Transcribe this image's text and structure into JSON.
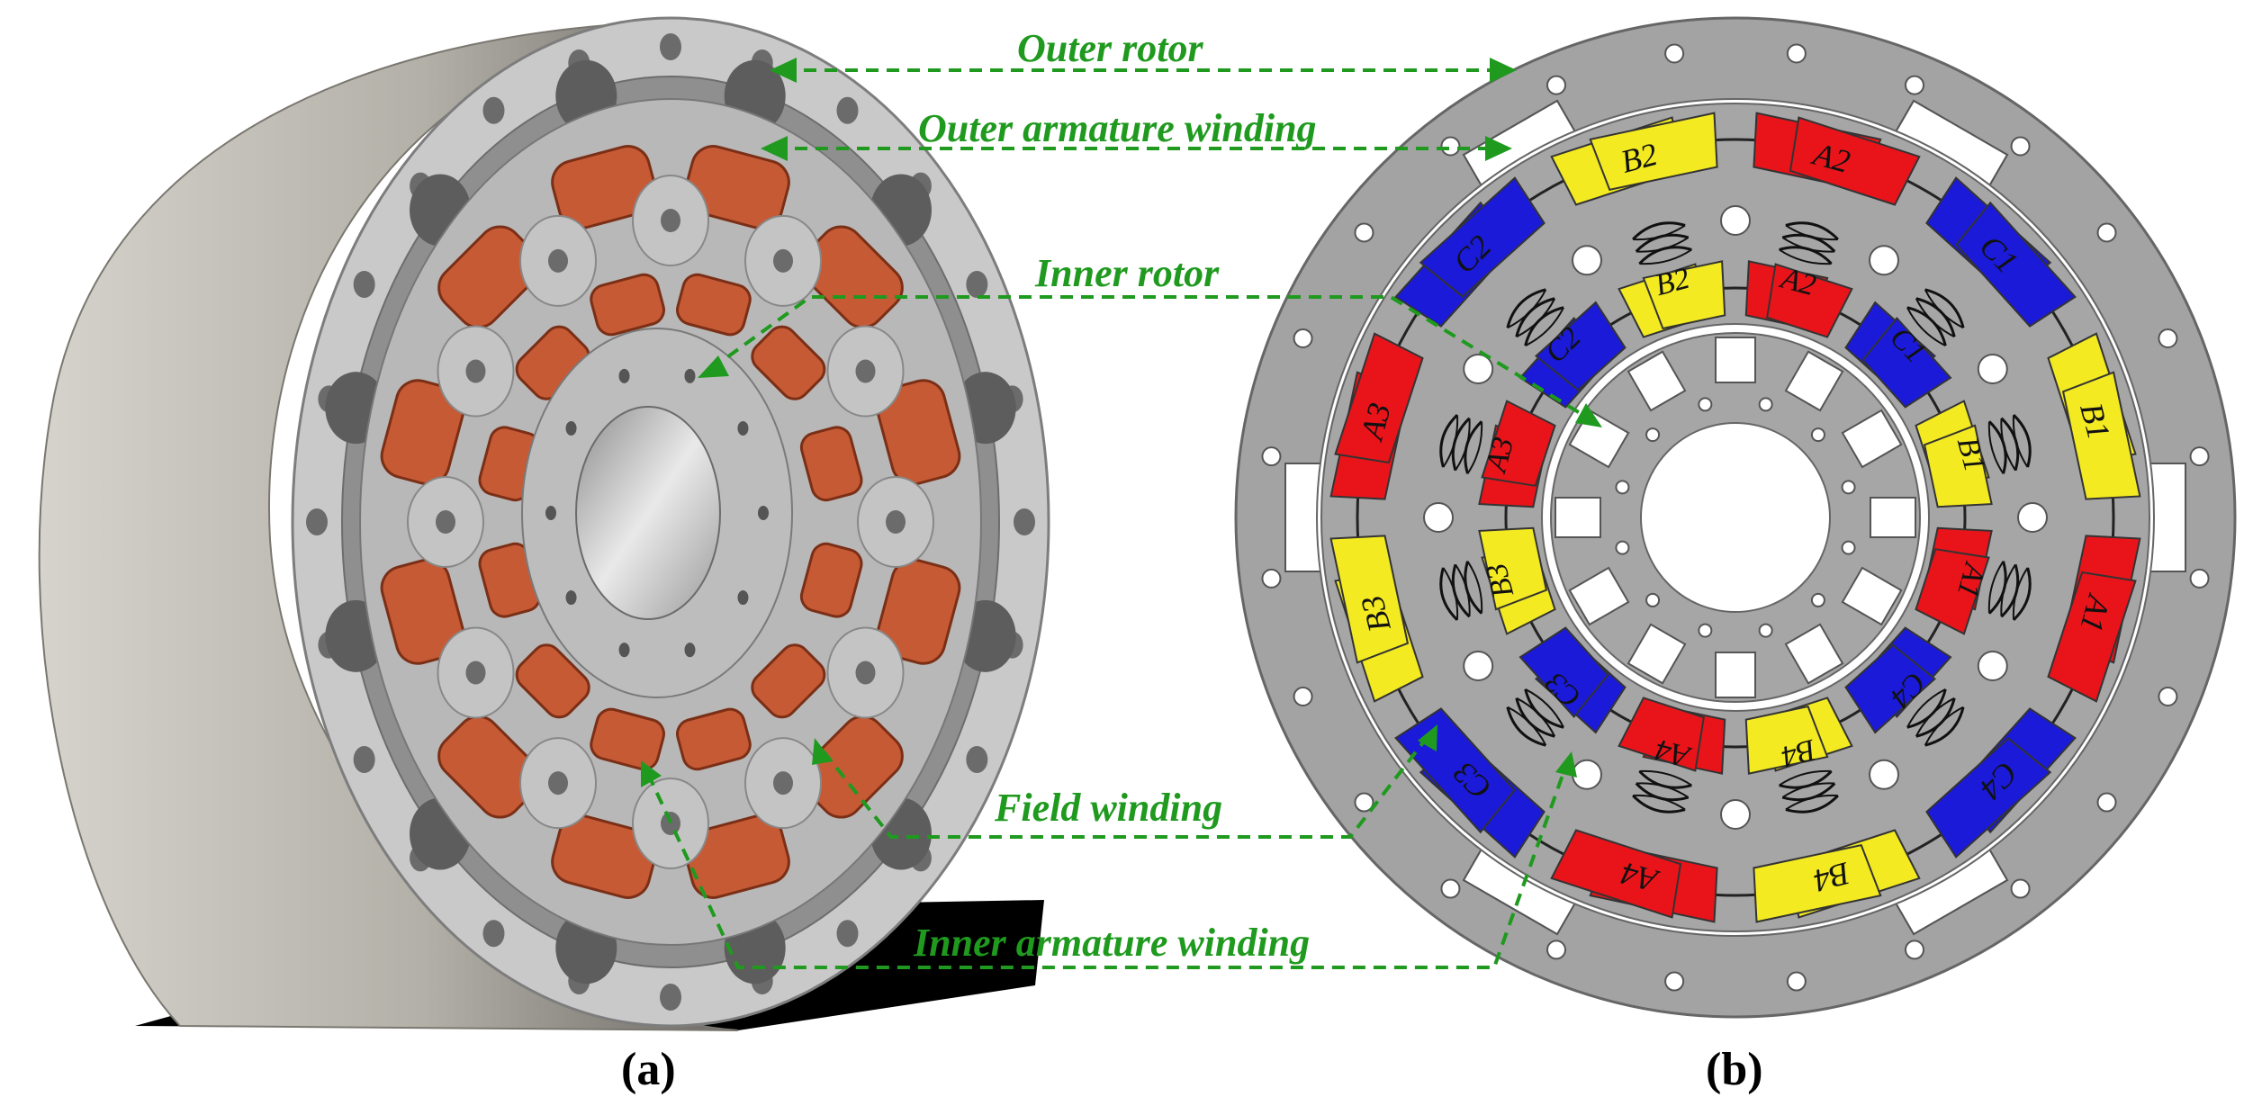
{
  "panels": [
    {
      "label": "(a)"
    },
    {
      "label": "(b)"
    }
  ],
  "callouts": [
    {
      "text": "Outer rotor"
    },
    {
      "text": "Outer armature winding"
    },
    {
      "text": "Inner rotor"
    },
    {
      "text": "Field winding"
    },
    {
      "text": "Inner armature winding"
    }
  ],
  "outer_coils": [
    "A2",
    "C1",
    "B1",
    "A1",
    "C4",
    "B4",
    "A4",
    "C3",
    "B3",
    "A3",
    "C2",
    "B2"
  ],
  "inner_coils": [
    "A2",
    "C1",
    "B1",
    "A1",
    "C4",
    "B4",
    "A4",
    "C3",
    "B3",
    "A3",
    "C2",
    "B2"
  ],
  "colors": {
    "phase_a": "#e8141a",
    "phase_b": "#f3ea21",
    "phase_c": "#1a1ad8",
    "steel": "#a3a3a3",
    "copper": "#c65a35",
    "callout": "#1f9a1f"
  }
}
